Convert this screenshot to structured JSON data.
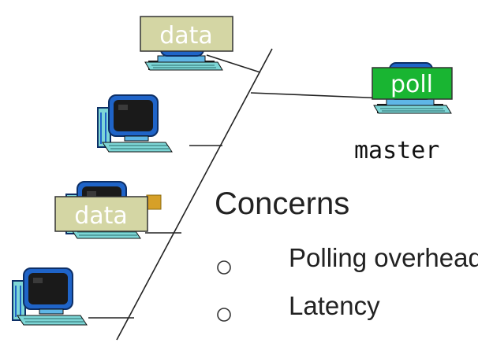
{
  "tags": {
    "data_top": "data",
    "data_mid": "data",
    "poll": "poll"
  },
  "master_label": "master",
  "concerns": {
    "heading": "Concerns",
    "items": [
      "Polling overhead",
      "Latency"
    ]
  },
  "colors": {
    "data_tag_fill": "#d4d6a4",
    "poll_tag_fill": "#19b532",
    "monitor_blue": "#1f64c8",
    "monitor_dark": "#1a1a1a",
    "keyboard": "#7dd6d6",
    "line": "#222222"
  }
}
